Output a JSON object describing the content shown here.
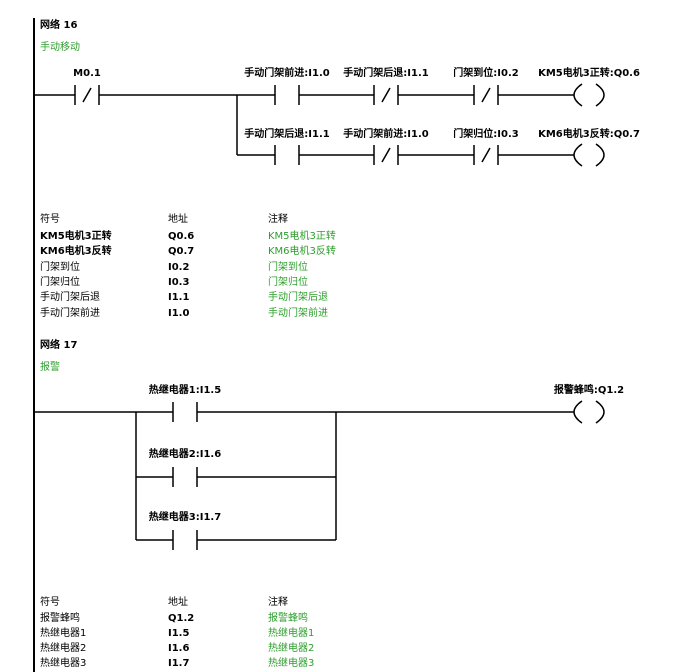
{
  "colors": {
    "background": "#ffffff",
    "ink": "#000000",
    "comment": "#2e9e2e"
  },
  "networks": [
    {
      "title": "网络 16",
      "comment": "手动移动",
      "series_contact": {
        "label": "M0.1",
        "icon": "normally-closed-contact-icon"
      },
      "branches": [
        {
          "contacts": [
            {
              "label": "手动门架前进:I1.0",
              "icon": "normally-open-contact-icon"
            },
            {
              "label": "手动门架后退:I1.1",
              "icon": "normally-closed-contact-icon"
            },
            {
              "label": "门架到位:I0.2",
              "icon": "normally-closed-contact-icon"
            }
          ],
          "coil": {
            "label": "KM5电机3正转:Q0.6",
            "icon": "output-coil-icon"
          }
        },
        {
          "contacts": [
            {
              "label": "手动门架后退:I1.1",
              "icon": "normally-open-contact-icon"
            },
            {
              "label": "手动门架前进:I1.0",
              "icon": "normally-closed-contact-icon"
            },
            {
              "label": "门架归位:I0.3",
              "icon": "normally-closed-contact-icon"
            }
          ],
          "coil": {
            "label": "KM6电机3反转:Q0.7",
            "icon": "output-coil-icon"
          }
        }
      ],
      "symbol_table": {
        "headers": [
          "符号",
          "地址",
          "注释"
        ],
        "rows": [
          [
            "KM5电机3正转",
            "Q0.6",
            "KM5电机3正转"
          ],
          [
            "KM6电机3反转",
            "Q0.7",
            "KM6电机3反转"
          ],
          [
            "门架到位",
            "I0.2",
            "门架到位"
          ],
          [
            "门架归位",
            "I0.3",
            "门架归位"
          ],
          [
            "手动门架后退",
            "I1.1",
            "手动门架后退"
          ],
          [
            "手动门架前进",
            "I1.0",
            "手动门架前进"
          ]
        ]
      }
    },
    {
      "title": "网络 17",
      "comment": "报警",
      "parallel_contacts": [
        {
          "label": "热继电器1:I1.5",
          "icon": "normally-open-contact-icon"
        },
        {
          "label": "热继电器2:I1.6",
          "icon": "normally-open-contact-icon"
        },
        {
          "label": "热继电器3:I1.7",
          "icon": "normally-open-contact-icon"
        }
      ],
      "coil": {
        "label": "报警蜂鸣:Q1.2",
        "icon": "output-coil-icon"
      },
      "symbol_table": {
        "headers": [
          "符号",
          "地址",
          "注释"
        ],
        "rows": [
          [
            "报警蜂鸣",
            "Q1.2",
            "报警蜂鸣"
          ],
          [
            "热继电器1",
            "I1.5",
            "热继电器1"
          ],
          [
            "热继电器2",
            "I1.6",
            "热继电器2"
          ],
          [
            "热继电器3",
            "I1.7",
            "热继电器3"
          ]
        ]
      }
    }
  ]
}
